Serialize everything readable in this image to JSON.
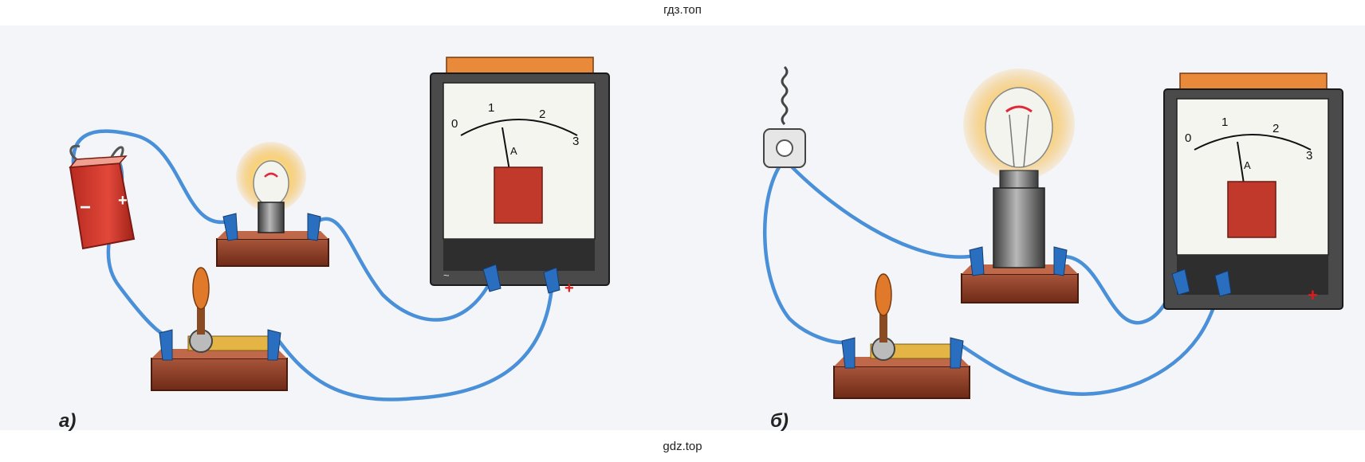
{
  "watermarks": {
    "top": "гдз.топ",
    "bottom": "gdz.top"
  },
  "panels": [
    {
      "label": "а)",
      "source": "battery",
      "battery_signs": [
        "−",
        "+"
      ],
      "ammeter": {
        "scale": [
          "0",
          "1",
          "2",
          "3"
        ],
        "unit": "A",
        "terminals": [
          "~",
          "+"
        ]
      }
    },
    {
      "label": "б)",
      "source": "socket",
      "ammeter": {
        "scale": [
          "0",
          "1",
          "2",
          "3"
        ],
        "unit": "A",
        "terminals": [
          "+"
        ]
      }
    }
  ],
  "colors": {
    "wire": "#4a90d9",
    "base": "#8b3a22",
    "terminal": "#2a6fbf",
    "battery": "#d33a2c",
    "ammeter_case": "#4a4a4a",
    "glow": "#f6c26a"
  }
}
